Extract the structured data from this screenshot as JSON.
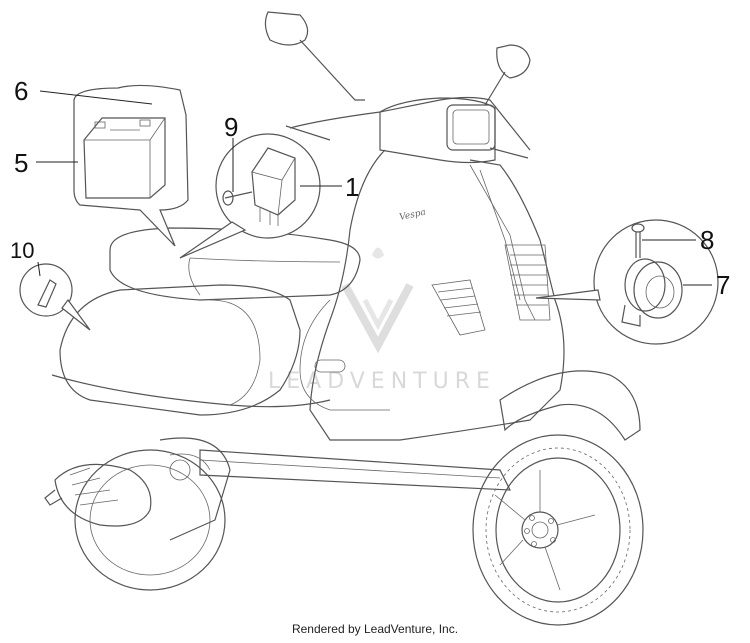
{
  "callouts": {
    "c1": "1",
    "c5": "5",
    "c6": "6",
    "c7": "7",
    "c8": "8",
    "c9": "9",
    "c10": "10"
  },
  "watermark": {
    "text": "LEADVENTURE"
  },
  "scooter_badge": "Vespa",
  "footer": {
    "text": "Rendered by LeadVenture, Inc."
  }
}
